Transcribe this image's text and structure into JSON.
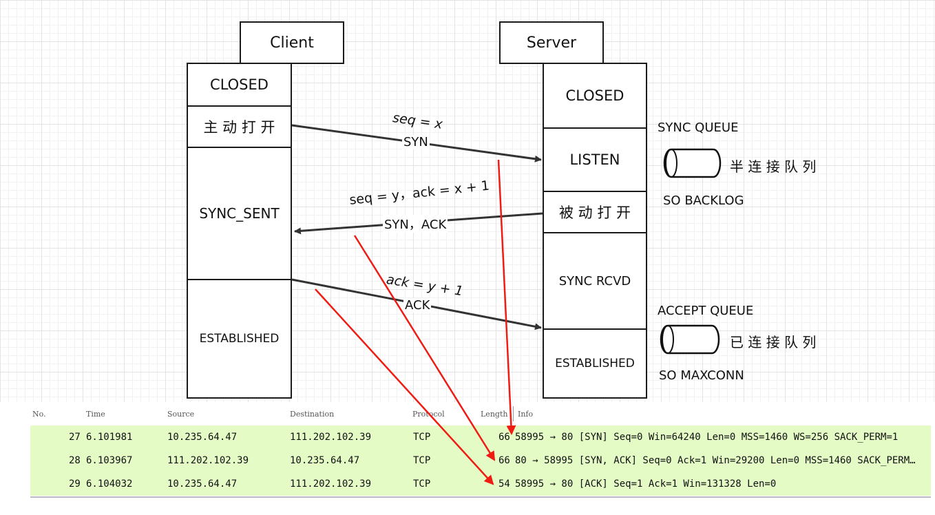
{
  "client": {
    "title": "Client",
    "states": [
      "CLOSED",
      "主 动 打 开",
      "SYNC_SENT",
      "ESTABLISHED"
    ]
  },
  "server": {
    "title": "Server",
    "states": [
      "CLOSED",
      "LISTEN",
      "被 动 打 开",
      "SYNC RCVD",
      "ESTABLISHED"
    ]
  },
  "messages": [
    {
      "top": "seq = x",
      "bottom": "SYN"
    },
    {
      "top": "seq = y，ack = x + 1",
      "bottom": "SYN，ACK"
    },
    {
      "top": "ack = y + 1",
      "bottom": "ACK"
    }
  ],
  "queues": {
    "sync": {
      "title": "SYNC QUEUE",
      "label": "半 连 接 队 列",
      "param": "SO BACKLOG"
    },
    "accept": {
      "title": "ACCEPT QUEUE",
      "label": "已 连 接 队 列",
      "param": "SO MAXCONN"
    }
  },
  "packets": {
    "headers": [
      "No.",
      "Time",
      "Source",
      "Destination",
      "Protocol",
      "Length",
      "Info"
    ],
    "rows": [
      {
        "no": "27",
        "time": "6.101981",
        "source": "10.235.64.47",
        "destination": "111.202.102.39",
        "protocol": "TCP",
        "length": "66",
        "info": "58995 → 80 [SYN] Seq=0 Win=64240 Len=0 MSS=1460 WS=256 SACK_PERM=1"
      },
      {
        "no": "28",
        "time": "6.103967",
        "source": "111.202.102.39",
        "destination": "10.235.64.47",
        "protocol": "TCP",
        "length": "66",
        "info": "80 → 58995 [SYN, ACK] Seq=0 Ack=1 Win=29200 Len=0 MSS=1460 SACK_PERM…"
      },
      {
        "no": "29",
        "time": "6.104032",
        "source": "10.235.64.47",
        "destination": "111.202.102.39",
        "protocol": "TCP",
        "length": "54",
        "info": "58995 → 80 [ACK] Seq=1 Ack=1 Win=131328 Len=0"
      }
    ]
  },
  "colors": {
    "highlight_row": "#e4fbc6",
    "annotation_arrow": "#ee1c12",
    "line": "#1a1a1a"
  }
}
